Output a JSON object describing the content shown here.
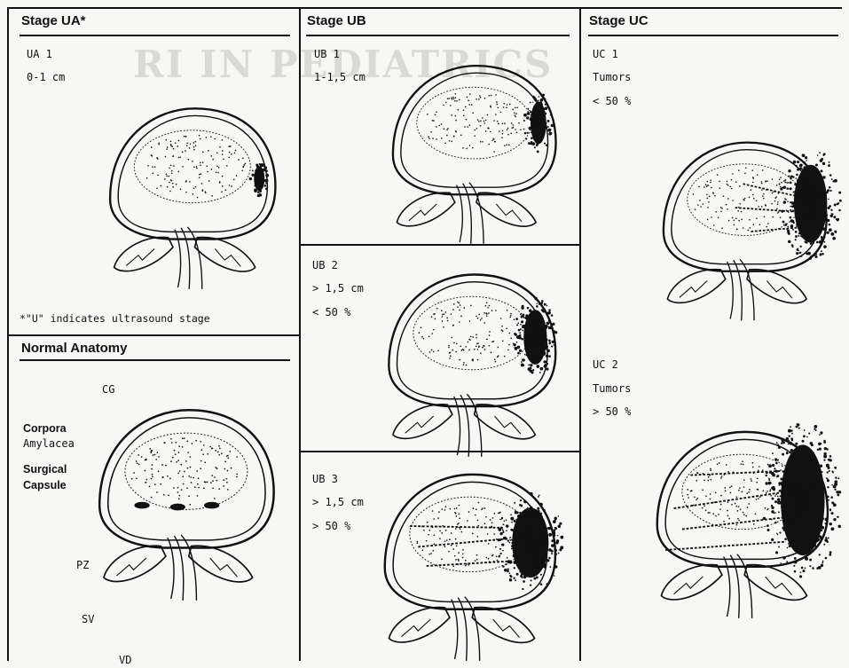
{
  "colors": {
    "ink": "#111111",
    "paper": "#f7f7f5",
    "ghost": "#d9d9d6"
  },
  "background_text": {
    "title": "RI IN PEDIATRICS",
    "subtitle": "..."
  },
  "panels": {
    "ua": {
      "title": "Stage UA*",
      "stage": "UA 1",
      "size": "0-1 cm",
      "footnote": "*\"U\" indicates ultrasound stage"
    },
    "normal": {
      "title": "Normal Anatomy",
      "labels": {
        "cg": "CG",
        "corpora_1": "Corpora",
        "corpora_2": "Amylacea",
        "surgical_1": "Surgical",
        "surgical_2": "Capsule",
        "pz": "PZ",
        "sv": "SV",
        "vd": "VD"
      }
    },
    "ub": {
      "title": "Stage UB",
      "ub1": {
        "stage": "UB 1",
        "size": "1-1,5 cm"
      },
      "ub2": {
        "stage": "UB 2",
        "size": "> 1,5 cm",
        "pct": "< 50 %"
      },
      "ub3": {
        "stage": "UB 3",
        "size": "> 1,5 cm",
        "pct": "> 50 %"
      }
    },
    "uc": {
      "title": "Stage UC",
      "uc1": {
        "stage": "UC 1",
        "label": "Tumors",
        "pct": "< 50 %"
      },
      "uc2": {
        "stage": "UC 2",
        "label": "Tumors",
        "pct": "> 50 %"
      }
    }
  }
}
